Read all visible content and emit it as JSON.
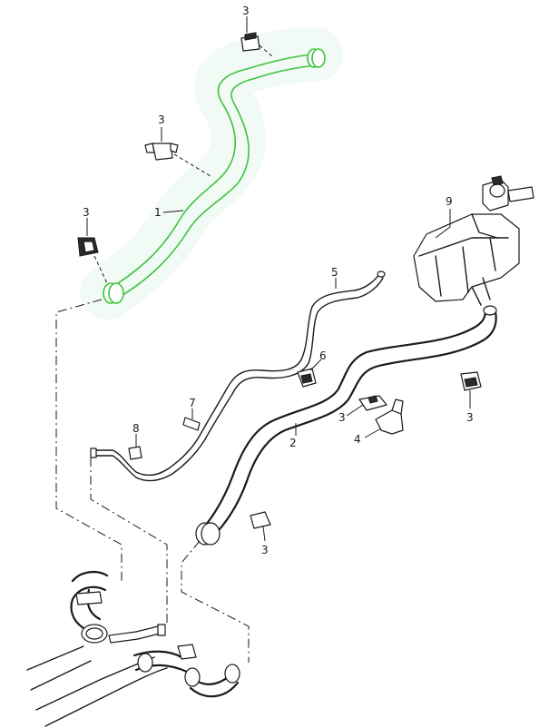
{
  "diagram": {
    "highlight_color": "#3cc43c",
    "highlight_glow": "#e8f5ec",
    "line_color": "#1a1a1a",
    "callouts": [
      {
        "id": "c-3a",
        "text": "3"
      },
      {
        "id": "c-3b",
        "text": "3"
      },
      {
        "id": "c-3c",
        "text": "3"
      },
      {
        "id": "c-1",
        "text": "1"
      },
      {
        "id": "c-9",
        "text": "9"
      },
      {
        "id": "c-5",
        "text": "5"
      },
      {
        "id": "c-6",
        "text": "6"
      },
      {
        "id": "c-7",
        "text": "7"
      },
      {
        "id": "c-8",
        "text": "8"
      },
      {
        "id": "c-3d",
        "text": "3"
      },
      {
        "id": "c-3e",
        "text": "3"
      },
      {
        "id": "c-4",
        "text": "4"
      },
      {
        "id": "c-2",
        "text": "2"
      },
      {
        "id": "c-3f",
        "text": "3"
      }
    ]
  }
}
